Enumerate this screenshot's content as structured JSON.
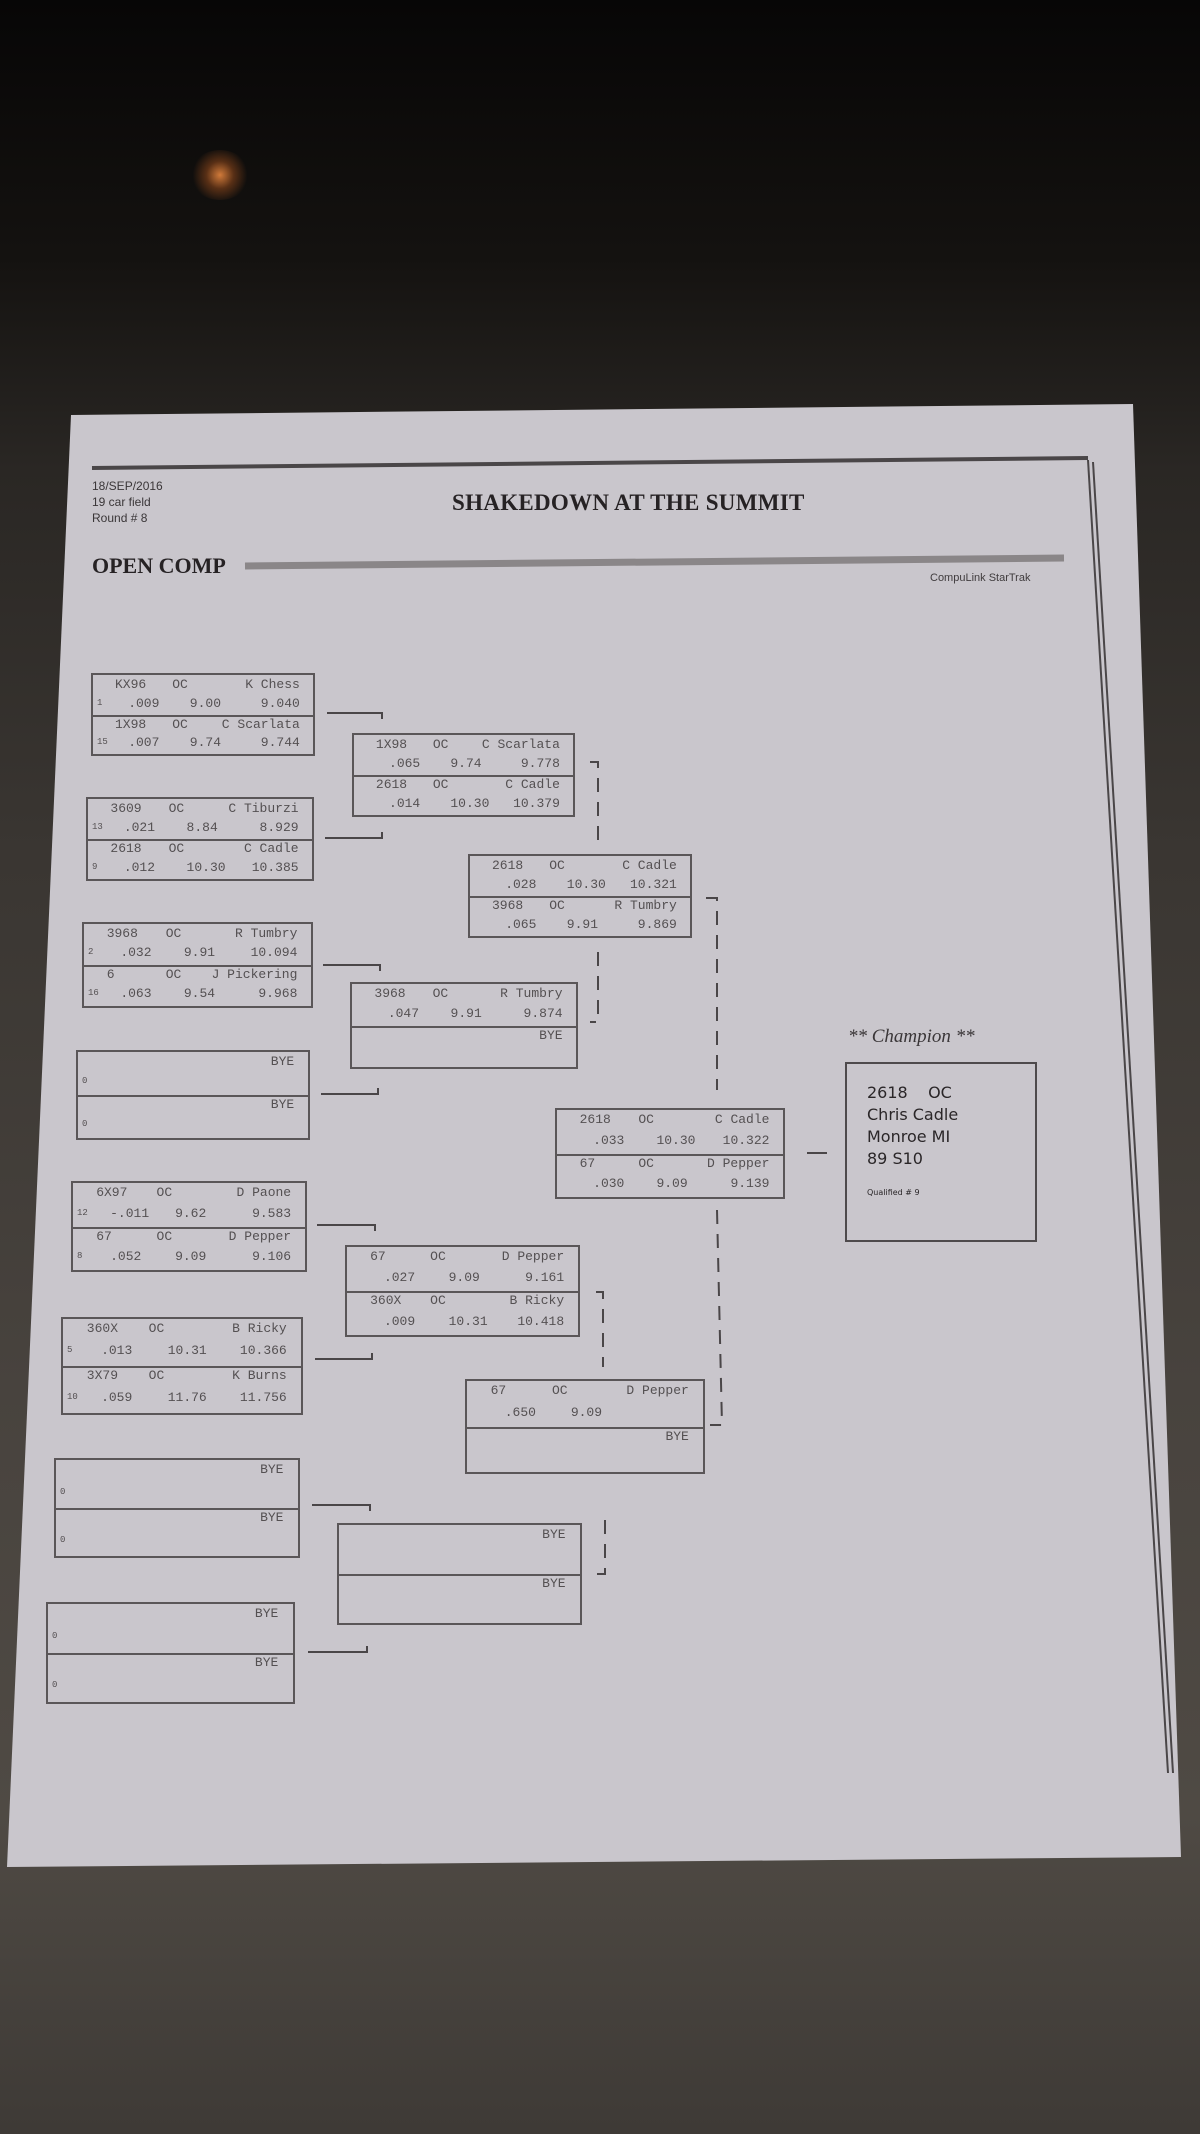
{
  "header": {
    "date": "18/SEP/2016",
    "field": "19 car field",
    "round": "Round # 8",
    "title": "SHAKEDOWN AT THE SUMMIT",
    "section": "OPEN COMP",
    "brand": "CompuLink StarTrak"
  },
  "rounds": {
    "round1": [
      {
        "top": {
          "car": "KX96",
          "cls": "OC",
          "driver": "K Chess",
          "seed": "1",
          "rt": ".009",
          "dial": "9.00",
          "et": "9.040"
        },
        "bot": {
          "car": "1X98",
          "cls": "OC",
          "driver": "C Scarlata",
          "seed": "15",
          "rt": ".007",
          "dial": "9.74",
          "et": "9.744"
        }
      },
      {
        "top": {
          "car": "3609",
          "cls": "OC",
          "driver": "C Tiburzi",
          "seed": "13",
          "rt": ".021",
          "dial": "8.84",
          "et": "8.929"
        },
        "bot": {
          "car": "2618",
          "cls": "OC",
          "driver": "C Cadle",
          "seed": "9",
          "rt": ".012",
          "dial": "10.30",
          "et": "10.385"
        }
      },
      {
        "top": {
          "car": "3968",
          "cls": "OC",
          "driver": "R Tumbry",
          "seed": "2",
          "rt": ".032",
          "dial": "9.91",
          "et": "10.094"
        },
        "bot": {
          "car": "6",
          "cls": "OC",
          "driver": "J Pickering",
          "seed": "16",
          "rt": ".063",
          "dial": "9.54",
          "et": "9.968"
        }
      },
      {
        "top": {
          "driver": "BYE",
          "seed": "0"
        },
        "bot": {
          "driver": "BYE",
          "seed": "0"
        }
      },
      {
        "top": {
          "car": "6X97",
          "cls": "OC",
          "driver": "D Paone",
          "seed": "12",
          "rt": "-.011",
          "dial": "9.62",
          "et": "9.583"
        },
        "bot": {
          "car": "67",
          "cls": "OC",
          "driver": "D Pepper",
          "seed": "8",
          "rt": ".052",
          "dial": "9.09",
          "et": "9.106"
        }
      },
      {
        "top": {
          "car": "360X",
          "cls": "OC",
          "driver": "B Ricky",
          "seed": "5",
          "rt": ".013",
          "dial": "10.31",
          "et": "10.366"
        },
        "bot": {
          "car": "3X79",
          "cls": "OC",
          "driver": "K Burns",
          "seed": "10",
          "rt": ".059",
          "dial": "11.76",
          "et": "11.756"
        }
      },
      {
        "top": {
          "driver": "BYE",
          "seed": "0"
        },
        "bot": {
          "driver": "BYE",
          "seed": "0"
        }
      },
      {
        "top": {
          "driver": "BYE",
          "seed": "0"
        },
        "bot": {
          "driver": "BYE",
          "seed": "0"
        }
      }
    ],
    "round2": [
      {
        "top": {
          "car": "1X98",
          "cls": "OC",
          "driver": "C Scarlata",
          "rt": ".065",
          "dial": "9.74",
          "et": "9.778"
        },
        "bot": {
          "car": "2618",
          "cls": "OC",
          "driver": "C Cadle",
          "rt": ".014",
          "dial": "10.30",
          "et": "10.379"
        }
      },
      {
        "top": {
          "car": "3968",
          "cls": "OC",
          "driver": "R Tumbry",
          "rt": ".047",
          "dial": "9.91",
          "et": "9.874"
        },
        "bot": {
          "driver": "BYE"
        }
      },
      {
        "top": {
          "car": "67",
          "cls": "OC",
          "driver": "D Pepper",
          "rt": ".027",
          "dial": "9.09",
          "et": "9.161"
        },
        "bot": {
          "car": "360X",
          "cls": "OC",
          "driver": "B Ricky",
          "rt": ".009",
          "dial": "10.31",
          "et": "10.418"
        }
      },
      {
        "top": {
          "driver": "BYE"
        },
        "bot": {
          "driver": "BYE"
        }
      }
    ],
    "round3": [
      {
        "top": {
          "car": "2618",
          "cls": "OC",
          "driver": "C Cadle",
          "rt": ".028",
          "dial": "10.30",
          "et": "10.321"
        },
        "bot": {
          "car": "3968",
          "cls": "OC",
          "driver": "R Tumbry",
          "rt": ".065",
          "dial": "9.91",
          "et": "9.869"
        }
      },
      {
        "top": {
          "car": "67",
          "cls": "OC",
          "driver": "D Pepper",
          "rt": ".650",
          "dial": "9.09"
        },
        "bot": {
          "driver": "BYE"
        }
      }
    ],
    "final": [
      {
        "top": {
          "car": "2618",
          "cls": "OC",
          "driver": "C Cadle",
          "rt": ".033",
          "dial": "10.30",
          "et": "10.322"
        },
        "bot": {
          "car": "67",
          "cls": "OC",
          "driver": "D Pepper",
          "rt": ".030",
          "dial": "9.09",
          "et": "9.139"
        }
      }
    ]
  },
  "champion": {
    "label": "** Champion **",
    "car_class": "2618    OC",
    "name": "Chris Cadle",
    "hometown": "Monroe MI",
    "vehicle": "89 S10",
    "qualified": "Qualified # 9"
  }
}
